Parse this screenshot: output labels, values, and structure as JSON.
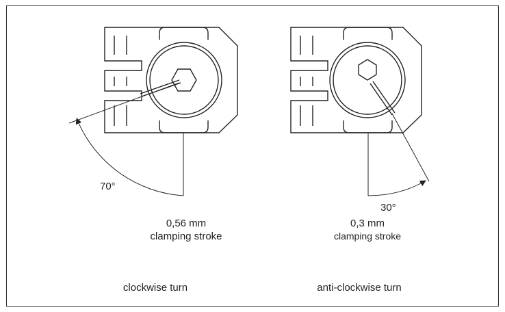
{
  "clockwise": {
    "angle": "70°",
    "stroke_value": "0,56 mm",
    "stroke_label": "clamping stroke",
    "direction": "clockwise turn"
  },
  "anticlockwise": {
    "angle": "30°",
    "stroke_value": "0,3 mm",
    "stroke_label": "clamping stroke",
    "direction": "anti-clockwise turn"
  }
}
